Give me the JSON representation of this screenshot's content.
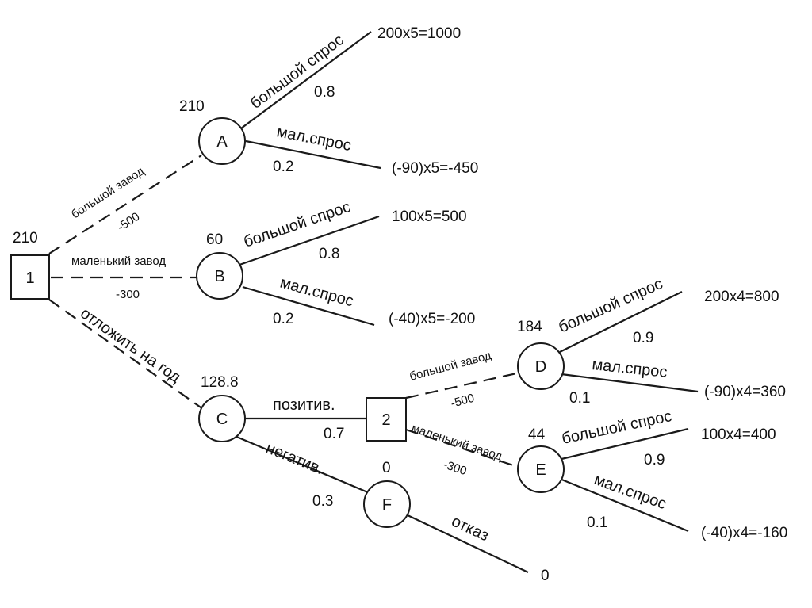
{
  "nodes": {
    "n1": {
      "label": "1",
      "value": "210"
    },
    "A": {
      "label": "A",
      "value": "210"
    },
    "B": {
      "label": "B",
      "value": "60"
    },
    "C": {
      "label": "C",
      "value": "128.8"
    },
    "n2": {
      "label": "2",
      "value": "0"
    },
    "D": {
      "label": "D",
      "value": "184"
    },
    "E": {
      "label": "E",
      "value": "44"
    },
    "F": {
      "label": "F",
      "value": ""
    }
  },
  "edges": {
    "big_plant": {
      "label": "большой завод",
      "cost": "-500"
    },
    "small_plant": {
      "label": "маленький завод",
      "cost": "-300"
    },
    "postpone": {
      "label": "отложить на год"
    },
    "a_high": {
      "label": "большой спрос",
      "prob": "0.8",
      "payoff": "200x5=1000"
    },
    "a_low": {
      "label": "мал.спрос",
      "prob": "0.2",
      "payoff": "(-90)x5=-450"
    },
    "b_high": {
      "label": "большой спрос",
      "prob": "0.8",
      "payoff": "100x5=500"
    },
    "b_low": {
      "label": "мал.спрос",
      "prob": "0.2",
      "payoff": "(-40)x5=-200"
    },
    "c_pos": {
      "label": "позитив.",
      "prob": "0.7"
    },
    "c_neg": {
      "label": "негатив.",
      "prob": "0.3"
    },
    "n2_big": {
      "label": "большой завод",
      "cost": "-500"
    },
    "n2_small": {
      "label": "маленький завод",
      "cost": "-300"
    },
    "d_high": {
      "label": "большой спрос",
      "prob": "0.9",
      "payoff": "200x4=800"
    },
    "d_low": {
      "label": "мал.спрос",
      "prob": "0.1",
      "payoff": "(-90)x4=360"
    },
    "e_high": {
      "label": "большой спрос",
      "prob": "0.9",
      "payoff": "100x4=400"
    },
    "e_low": {
      "label": "мал.спрос",
      "prob": "0.1",
      "payoff": "(-40)x4=-160"
    },
    "f_refuse": {
      "label": "отказ",
      "payoff": "0"
    }
  }
}
